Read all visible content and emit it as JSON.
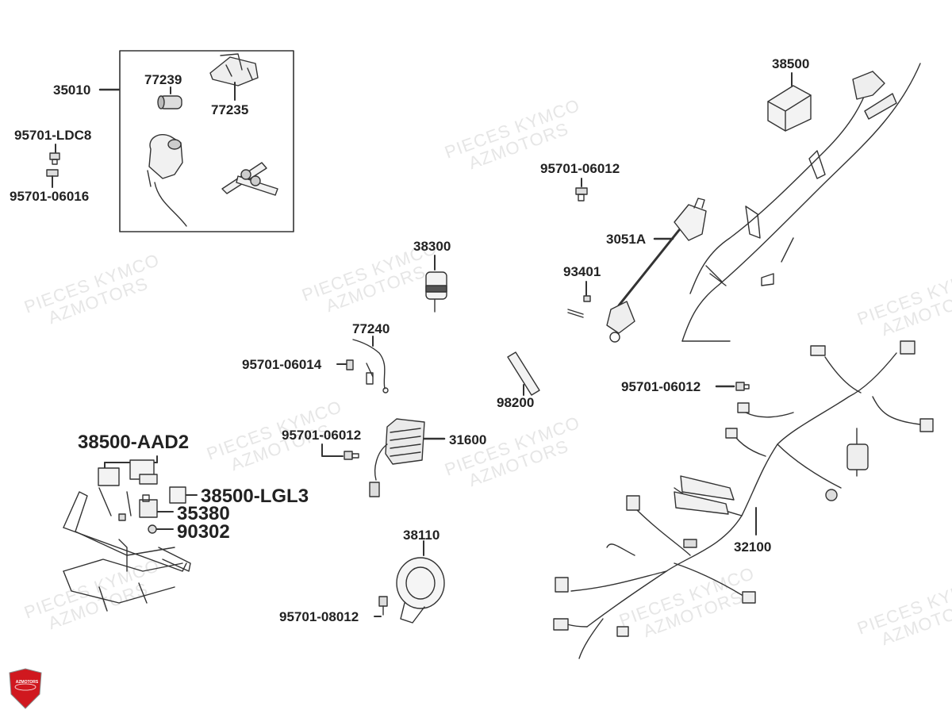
{
  "diagram": {
    "labels": {
      "p35010": "35010",
      "p77239": "77239",
      "p77235": "77235",
      "p95701_ldc8": "95701-LDC8",
      "p95701_06016": "95701-06016",
      "p38500": "38500",
      "p95701_06012_a": "95701-06012",
      "p3051a": "3051A",
      "p93401": "93401",
      "p38300": "38300",
      "p77240": "77240",
      "p95701_06014": "95701-06014",
      "p98200": "98200",
      "p95701_06012_b": "95701-06012",
      "p95701_06012_c": "95701-06012",
      "p31600": "31600",
      "p38500_aad2": "38500-AAD2",
      "p38500_lgl3": "38500-LGL3",
      "p35380": "35380",
      "p90302": "90302",
      "p38110": "38110",
      "p95701_08012": "95701-08012",
      "p32100": "32100"
    },
    "watermarks": {
      "line1": "PIECES KYMCO",
      "line2": "AZMOTORS"
    },
    "logo_text": "AZMOTORS",
    "colors": {
      "line": "#333333",
      "watermark": "#e6e6e6",
      "logo_red": "#d0181f"
    }
  }
}
